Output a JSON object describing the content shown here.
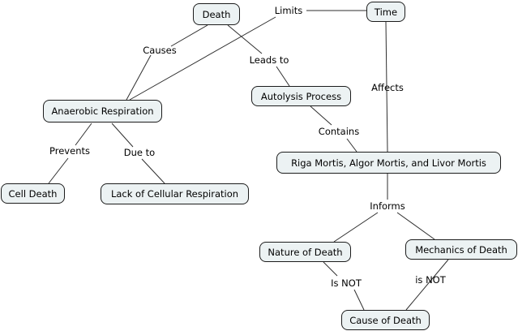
{
  "title": "Concept map about death and post-mortem processes",
  "colors": {
    "background": "#ffffff",
    "node_fill": "#ecf2f3",
    "node_border": "#1c1c1c",
    "line_color": "#2e2e2e",
    "text_color": "#000000"
  },
  "nodes": {
    "death": {
      "label": "Death"
    },
    "time": {
      "label": "Time"
    },
    "anaerobic": {
      "label": "Anaerobic Respiration"
    },
    "autolysis": {
      "label": "Autolysis Process"
    },
    "mortis": {
      "label": "Riga Mortis, Algor Mortis, and Livor Mortis"
    },
    "cell_death": {
      "label": "Cell Death"
    },
    "lack": {
      "label": "Lack of Cellular Respiration"
    },
    "nature": {
      "label": "Nature of Death"
    },
    "mechanics": {
      "label": "Mechanics of Death"
    },
    "cause": {
      "label": "Cause of Death"
    }
  },
  "links": {
    "limits": {
      "label": "Limits"
    },
    "causes": {
      "label": "Causes"
    },
    "leads_to": {
      "label": "Leads to"
    },
    "affects": {
      "label": "Affects"
    },
    "contains": {
      "label": "Contains"
    },
    "prevents": {
      "label": "Prevents"
    },
    "due_to": {
      "label": "Due to"
    },
    "informs": {
      "label": "Informs"
    },
    "is_not_left": {
      "label": "Is NOT"
    },
    "is_not_right": {
      "label": "is NOT"
    }
  },
  "relations": [
    {
      "from": "Death",
      "link": "Causes",
      "to": "Anaerobic Respiration"
    },
    {
      "from": "Death",
      "link": "Leads to",
      "to": "Autolysis Process"
    },
    {
      "from": "Anaerobic Respiration",
      "link": "Limits",
      "to": "Time"
    },
    {
      "from": "Time",
      "link": "Affects",
      "to": "Riga Mortis, Algor Mortis, and Livor Mortis"
    },
    {
      "from": "Autolysis Process",
      "link": "Contains",
      "to": "Riga Mortis, Algor Mortis, and Livor Mortis"
    },
    {
      "from": "Anaerobic Respiration",
      "link": "Prevents",
      "to": "Cell Death"
    },
    {
      "from": "Anaerobic Respiration",
      "link": "Due to",
      "to": "Lack of Cellular Respiration"
    },
    {
      "from": "Riga Mortis, Algor Mortis, and Livor Mortis",
      "link": "Informs",
      "to": "Nature of Death"
    },
    {
      "from": "Riga Mortis, Algor Mortis, and Livor Mortis",
      "link": "Informs",
      "to": "Mechanics of Death"
    },
    {
      "from": "Nature of Death",
      "link": "Is NOT",
      "to": "Cause of Death"
    },
    {
      "from": "Mechanics of Death",
      "link": "is NOT",
      "to": "Cause of Death"
    }
  ]
}
